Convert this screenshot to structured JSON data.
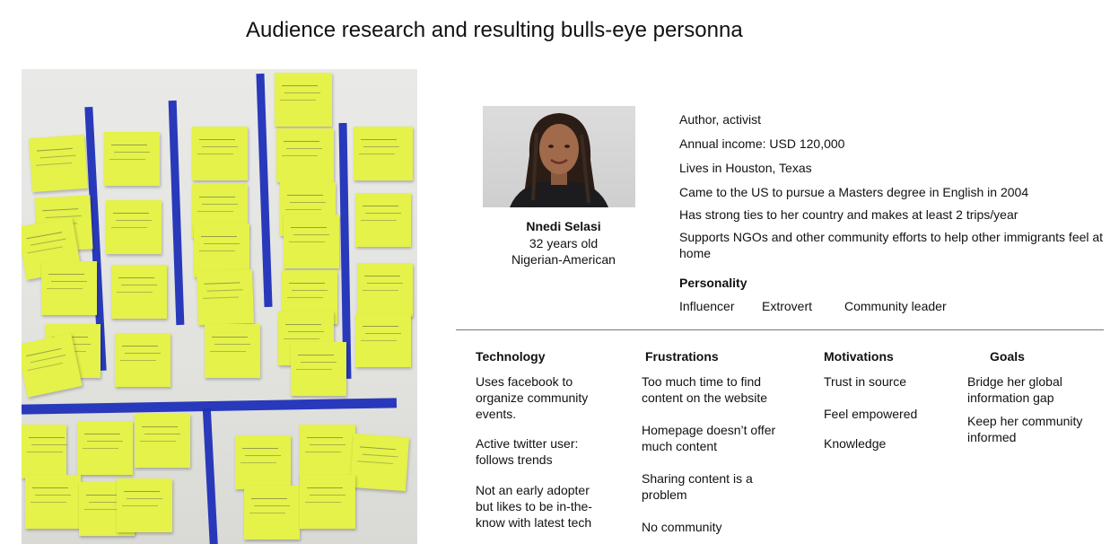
{
  "title": "Audience research and resulting bulls-eye personna",
  "persona": {
    "name": "Nnedi Selasi",
    "age": "32 years old",
    "origin": "Nigerian-American",
    "facts": [
      "Author, activist",
      "Annual income: USD 120,000",
      "Lives in Houston, Texas",
      "Came to the US to pursue a Masters degree in English in 2004",
      "Has strong ties to her country and makes at least 2 trips/year",
      "Supports NGOs and other community efforts to help other immigrants feel at home"
    ],
    "personality_heading": "Personality",
    "traits": [
      "Influencer",
      "Extrovert",
      "Community leader"
    ]
  },
  "columns": {
    "technology": {
      "heading": "Technology",
      "items": [
        "Uses facebook to organize community events.",
        "Active twitter user: follows trends",
        "Not an early adopter but likes to be in-the-know with latest tech"
      ]
    },
    "frustrations": {
      "heading": "Frustrations",
      "items": [
        "Too much time to find content on the website",
        "Homepage doesn’t offer much content",
        "Sharing content is a problem",
        "No community"
      ]
    },
    "motivations": {
      "heading": "Motivations",
      "items": [
        "Trust in source",
        "Feel empowered",
        "Knowledge"
      ]
    },
    "goals": {
      "heading": "Goals",
      "items": [
        "Bridge her global information gap",
        "Keep her community informed"
      ]
    }
  },
  "colors": {
    "sticky_note": "#e4f24a",
    "tape": "#1f2fb8",
    "divider": "#777777"
  }
}
